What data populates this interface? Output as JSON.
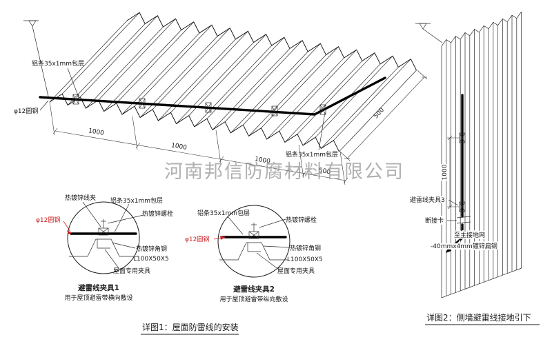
{
  "watermark": "河南邦信防腐材料有限公司",
  "roof": {
    "alu_strip_label_top": "铝条35x1mm包层",
    "alu_strip_label_right": "铝条35x1mm包层",
    "round_steel_label": "φ12圆钢",
    "dim_1": "1000",
    "dim_2": "1000",
    "dim_3": "1000",
    "dim_4": "500",
    "dim_side": "500"
  },
  "detail1": {
    "clamp_label": "热镀锌线夹",
    "alu_strip_label": "铝条35x1mm包层",
    "bolt_label": "热镀锌螺栓",
    "round_steel_label": "φ12圆钢",
    "angle_steel_label": "热镀锌角钢",
    "angle_steel_spec": "L100X50X5",
    "roof_clamp_label": "屋面专用夹具",
    "title": "避雷线夹具1",
    "subtitle": "用于屋顶避雷带横向敷设"
  },
  "detail2": {
    "alu_strip_label": "铝条35x1mm包层",
    "bolt_label": "热镀锌螺栓",
    "round_steel_label": "φ12圆钢",
    "angle_steel_label": "热镀锌角钢",
    "angle_steel_spec": "L100X50X5",
    "roof_clamp_label": "屋面专用夹具",
    "title": "避雷线夹具2",
    "subtitle": "用于屋顶避雷带纵向敷设"
  },
  "wall": {
    "clamp_label": "避雷线夹具3",
    "disconnect_label": "断接卡",
    "ground_label": "至主接地网",
    "flat_steel_label": "-40mmx4mm镀锌扁钢",
    "dim": "1000"
  },
  "captions": {
    "detail1": "详图1：屋面防雷线的安装",
    "detail2": "详图2：侧墙避雷线接地引下"
  }
}
